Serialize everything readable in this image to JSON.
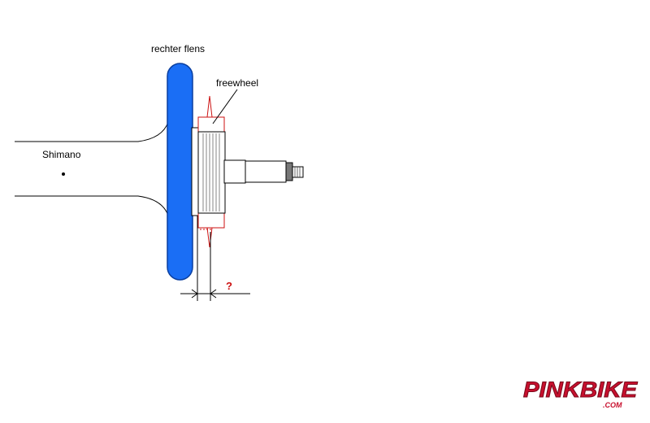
{
  "labels": {
    "right_flange": "rechter flens",
    "freewheel": "freewheel",
    "hub": "Shimano",
    "unknown_dimension": "?"
  },
  "logo": {
    "brand": "PINKBIKE",
    "suffix": ".COM"
  },
  "colors": {
    "flange_fill": "#1a6ef5",
    "flange_stroke": "#0a3fa0",
    "freewheel_outline": "#cc1111",
    "question_mark": "#cc1111",
    "logo_red": "#c8102e"
  }
}
